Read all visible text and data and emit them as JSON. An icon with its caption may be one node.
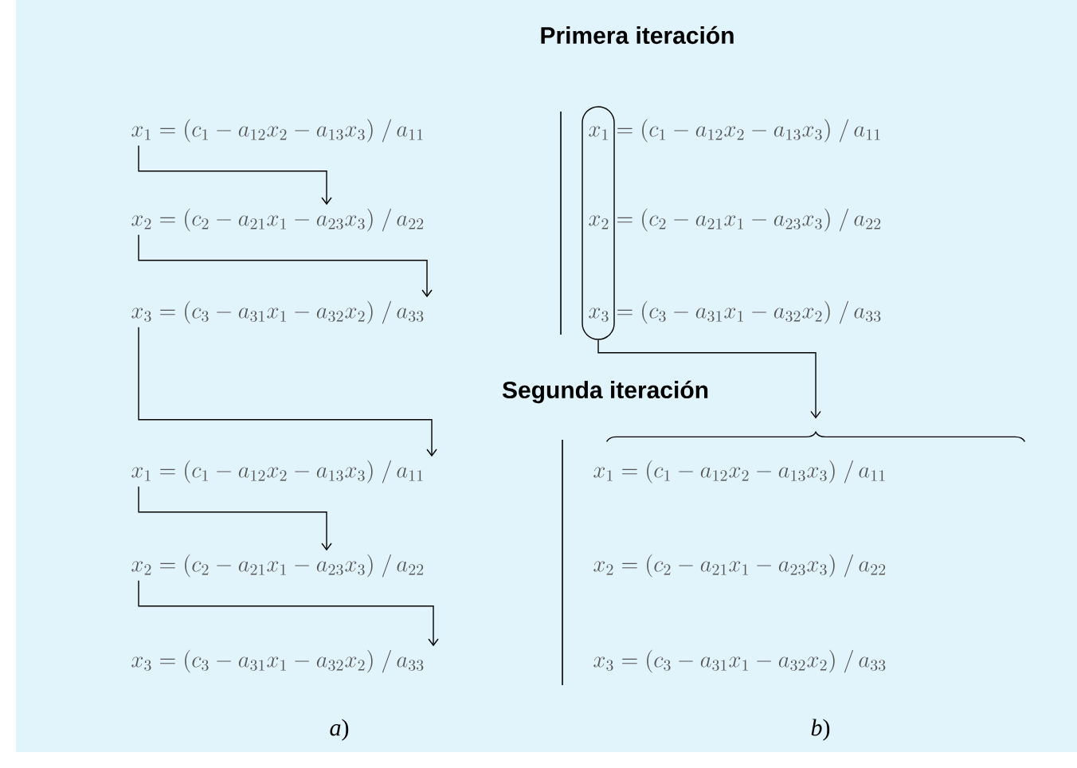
{
  "diagram": {
    "title": "Primera iteración",
    "nodes": [
      {
        "text": [
          "x_1 = (c_1 - a_{12}x_2 - a_{13}x_3)\\;/\\,a_{11}"
        ]
      },
      {
        "text": [
          "x_2 = (c_2 - a_{21}x_1 - a_{23}x_3)\\;/\\,a_{22}"
        ]
      },
      {
        "text": [
          "x_3 = (c_3 - a_{31}x_1 - a_{32}x_2)\\;/\\,a_{33}"
        ]
      },
      {
        "text": [
          "x_1 = (c_1 - a_{12}x_2 - a_{13}x_3)\\;/\\,a_{11}"
        ]
      },
      {
        "text": [
          "x_2 = (c_2 - a_{21}x_1 - a_{23}x_3)\\;/\\,a_{22}"
        ]
      },
      {
        "text": [
          "x_3 = (c_3 - a_{31}x_1 - a_{32}x_2)\\;/\\,a_{33}"
        ]
      },
      {
        "text": [],
        "shape": "oval"
      },
      {
        "text": [],
        "shape": "brace"
      },
      {
        "text": [
          "x_1 = (c_1 - a_{12}x_2 - a_{13}x_3)\\;/\\,a_{11}"
        ]
      },
      {
        "text": [
          "x_2 = (c_2 - a_{21}x_1 - a_{23}x_3)\\;/\\,a_{22}"
        ]
      },
      {
        "text": [
          "x_3 = (c_3 - a_{31}x_1 - a_{32}x_2)\\;/\\,a_{33}"
        ]
      },
      {
        "text": [
          "x_1 = (c_1 - a_{12}x_2 - a_{13}x_3)\\;/\\,a_{11}"
        ]
      },
      {
        "text": [
          "x_2 = (c_2 - a_{21}x_1 - a_{23}x_3)\\;/\\,a_{22}"
        ]
      },
      {
        "text": [
          "x_3 = (c_3 - a_{31}x_1 - a_{32}x_2)\\;/\\,a_{33}"
        ]
      }
    ],
    "edges": [
      {
        "from": 0,
        "to": 1,
        "arrow": "to"
      },
      {
        "from": 1,
        "to": 2,
        "arrow": "to"
      },
      {
        "from": 2,
        "to": 8,
        "arrow": "to"
      },
      {
        "from": 8,
        "to": 9,
        "arrow": "to"
      },
      {
        "from": 9,
        "to": 10,
        "arrow": "to"
      },
      {
        "from": 6,
        "to": 7,
        "arrow": "to"
      }
    ],
    "labels": [
      "Segunda iteración",
      "*a*)",
      "*b*)"
    ]
  }
}
